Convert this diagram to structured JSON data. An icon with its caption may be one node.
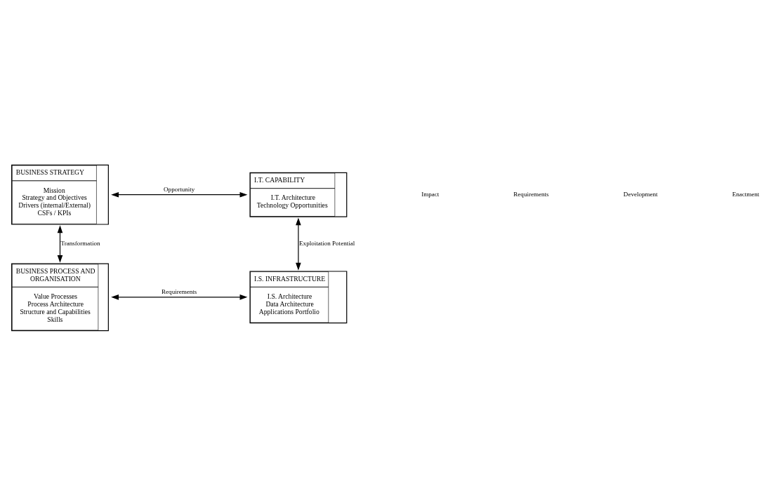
{
  "diagram": {
    "nodes": [
      {
        "text": [
          "BUSINESS STRATEGY",
          "Mission",
          "Strategy and Objectives",
          "Drivers (internal/External)",
          "CSFs / KPIs"
        ]
      },
      {
        "text": [
          "I.T. CAPABILITY",
          "I.T. Architecture",
          "Technology Opportunities"
        ]
      },
      {
        "text": [
          "BUSINESS PROCESS AND ORGANISATION",
          "Value Processes",
          "Process Architecture",
          "Structure and Capabilities",
          "Skills"
        ]
      },
      {
        "text": [
          "I.S. INFRASTRUCTURE",
          "I.S. Architecture",
          "Data Architecture",
          "Applications Portfolio"
        ]
      }
    ],
    "edges": [
      {
        "from": 0,
        "to": 1,
        "arrow": "both",
        "label": "Opportunity"
      },
      {
        "from": 0,
        "to": 2,
        "arrow": "both",
        "label": "Transformation"
      },
      {
        "from": 1,
        "to": 3,
        "arrow": "both",
        "label": "Exploitation Potential"
      },
      {
        "from": 2,
        "to": 3,
        "arrow": "both",
        "label": "Requirements"
      }
    ],
    "labels": [
      "Impact",
      "Requirements",
      "Development",
      "Enactment"
    ]
  }
}
